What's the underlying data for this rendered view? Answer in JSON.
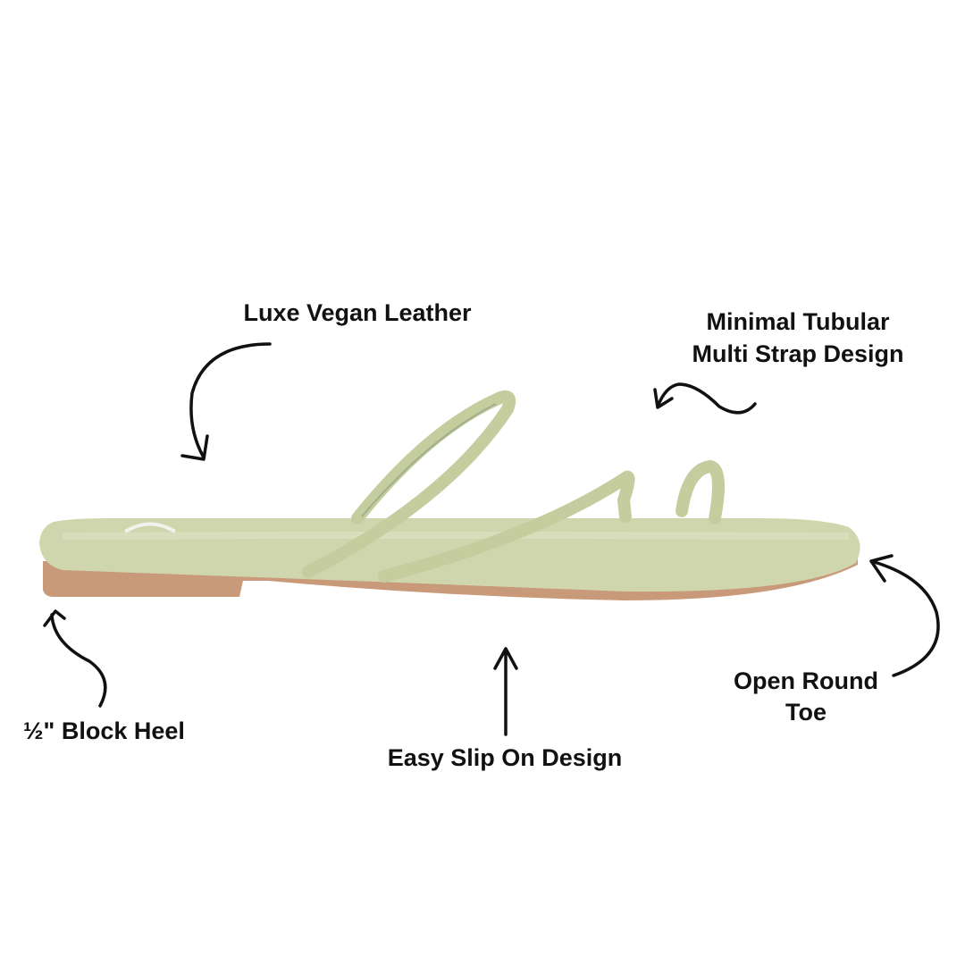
{
  "callouts": {
    "luxe": "Luxe Vegan Leather",
    "minimal_line1": "Minimal Tubular",
    "minimal_line2": "Multi Strap Design",
    "heel": "½\" Block Heel",
    "slip_on": "Easy Slip On Design",
    "toe_line1": "Open Round",
    "toe_line2": "Toe"
  },
  "colors": {
    "strap": "#c9d1a6",
    "footbed": "#cfd6ae",
    "sole": "#c99a7a",
    "ink": "#111111"
  }
}
